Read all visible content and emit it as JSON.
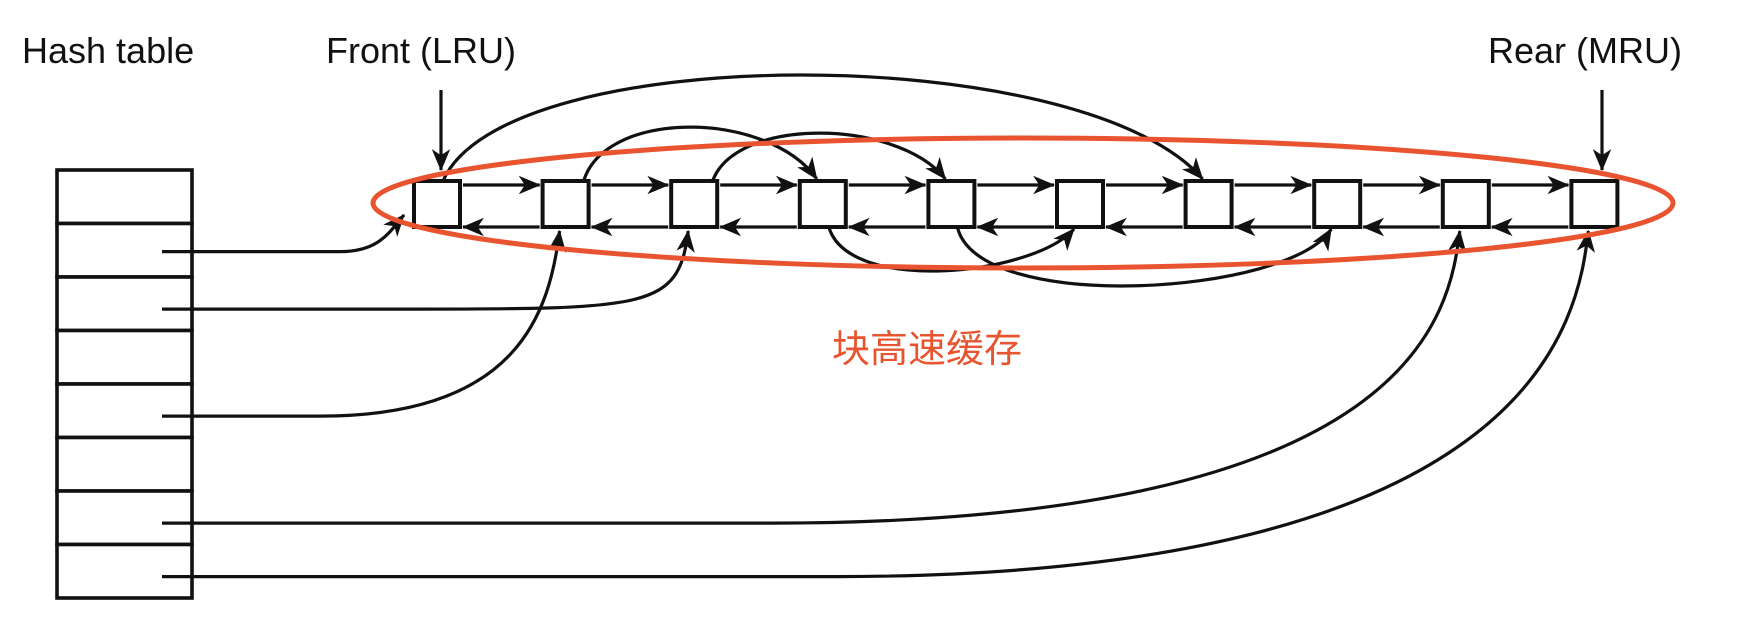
{
  "labels": {
    "hash_table": "Hash table",
    "front": "Front (LRU)",
    "rear": "Rear (MRU)",
    "cache_caption": "块高速缓存"
  },
  "hash_table": {
    "slots": 8
  },
  "lru_list": {
    "blocks": 10
  },
  "hash_links": [
    {
      "slot": 1,
      "block": 0
    },
    {
      "slot": 2,
      "block": 2
    },
    {
      "slot": 4,
      "block": 1
    },
    {
      "slot": 6,
      "block": 8
    },
    {
      "slot": 7,
      "block": 9
    }
  ],
  "chain_links": [
    {
      "from": 0,
      "to": 6
    },
    {
      "from": 1,
      "to": 3
    },
    {
      "from": 2,
      "to": 4
    },
    {
      "from": 3,
      "to": 5
    },
    {
      "from": 4,
      "to": 7
    }
  ],
  "colors": {
    "ink": "#111111",
    "accent": "#E8542F",
    "background": "#ffffff"
  }
}
